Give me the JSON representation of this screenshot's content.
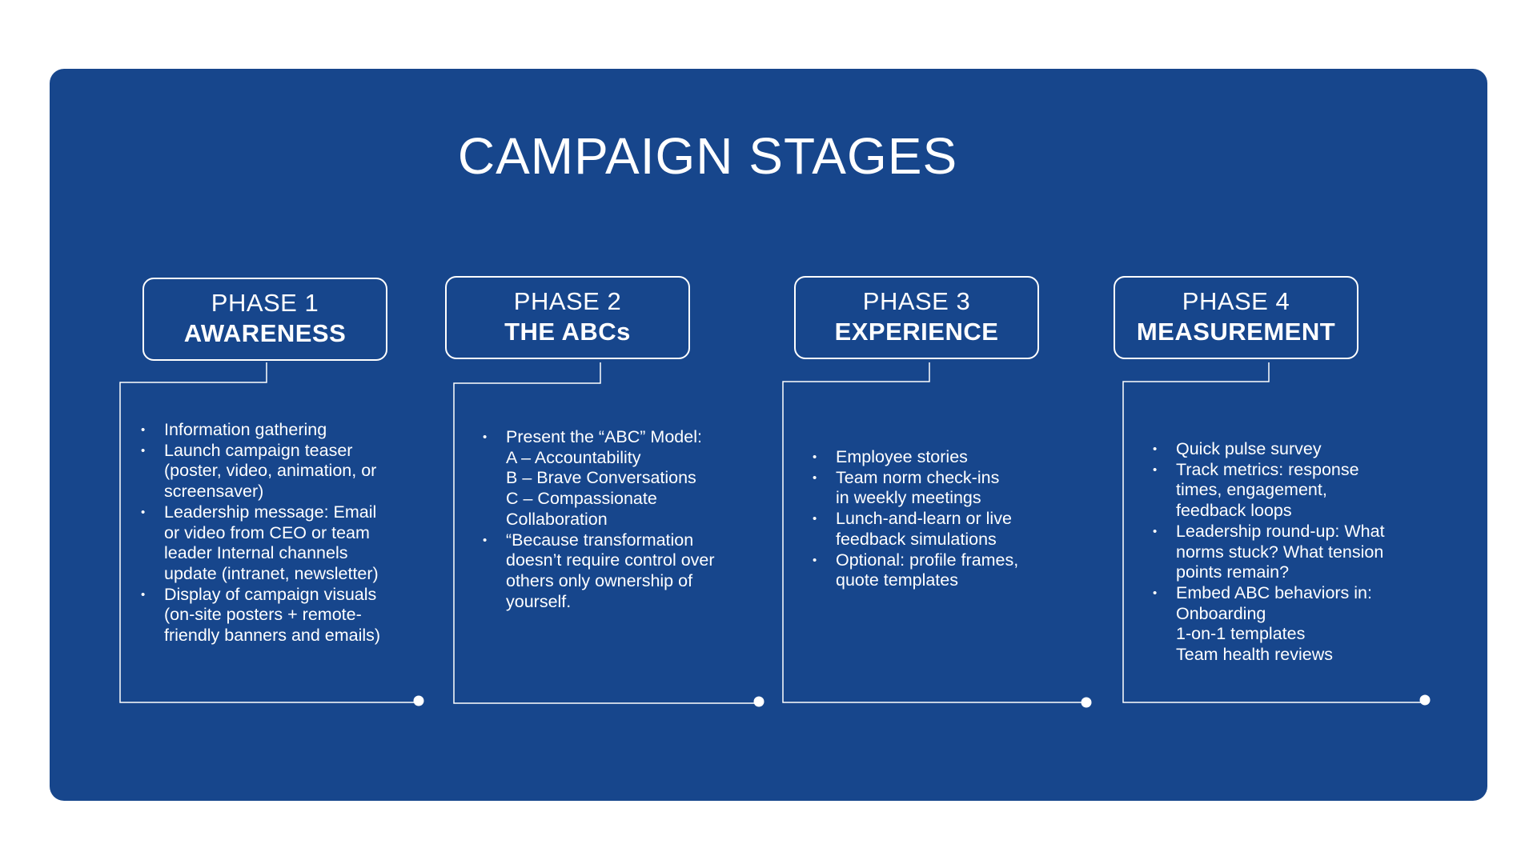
{
  "title": "CAMPAIGN STAGES",
  "phases": [
    {
      "number": "PHASE 1",
      "name": "AWARENESS",
      "bullets": [
        [
          "Information gathering"
        ],
        [
          "Launch campaign teaser",
          "(poster, video, animation, or",
          "screensaver)"
        ],
        [
          "Leadership message: Email",
          "or video from CEO or team",
          "leader Internal channels",
          "update (intranet, newsletter)"
        ],
        [
          "Display of campaign visuals",
          "(on-site posters + remote-",
          "friendly banners and emails)"
        ]
      ]
    },
    {
      "number": "PHASE 2",
      "name": "THE ABCs",
      "bullets": [
        [
          "Present the “ABC” Model:",
          "A – Accountability",
          "B – Brave Conversations",
          "C – Compassionate",
          "Collaboration"
        ],
        [
          "“Because transformation",
          "doesn’t require control over",
          "others only ownership of",
          "yourself."
        ]
      ]
    },
    {
      "number": "PHASE 3",
      "name": "EXPERIENCE",
      "bullets": [
        [
          "Employee stories"
        ],
        [
          "Team norm check-ins",
          "in weekly meetings"
        ],
        [
          "Lunch-and-learn or live",
          "feedback simulations"
        ],
        [
          "Optional: profile frames,",
          "quote templates"
        ]
      ]
    },
    {
      "number": "PHASE 4",
      "name": "MEASUREMENT",
      "bullets": [
        [
          "Quick pulse survey"
        ],
        [
          "Track metrics: response",
          "times, engagement,",
          "feedback loops"
        ],
        [
          "Leadership round-up: What",
          "norms stuck? What tension",
          "points remain?"
        ],
        [
          "Embed ABC behaviors in:",
          "Onboarding",
          "1-on-1 templates",
          "Team health reviews"
        ]
      ]
    }
  ]
}
